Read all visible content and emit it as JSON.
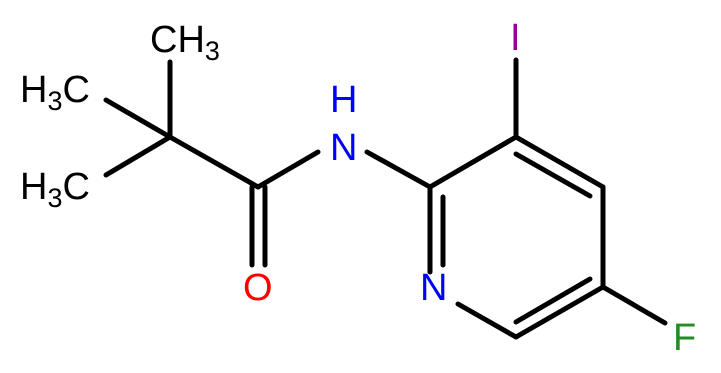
{
  "molecule": {
    "atoms": {
      "ch3_top": {
        "text": "CH",
        "sub": "3",
        "color": "#000000"
      },
      "h3c_upper": {
        "pre": "H",
        "sub": "3",
        "text": "C",
        "color": "#000000"
      },
      "h3c_lower": {
        "pre": "H",
        "sub": "3",
        "text": "C",
        "color": "#000000"
      },
      "nh": {
        "text": "N",
        "h": "H",
        "color": "#0000ff"
      },
      "o": {
        "text": "O",
        "color": "#ff0000"
      },
      "n_ring": {
        "text": "N",
        "color": "#0000ff"
      },
      "i": {
        "text": "I",
        "color": "#940094"
      },
      "f": {
        "text": "F",
        "color": "#228b22"
      }
    }
  }
}
